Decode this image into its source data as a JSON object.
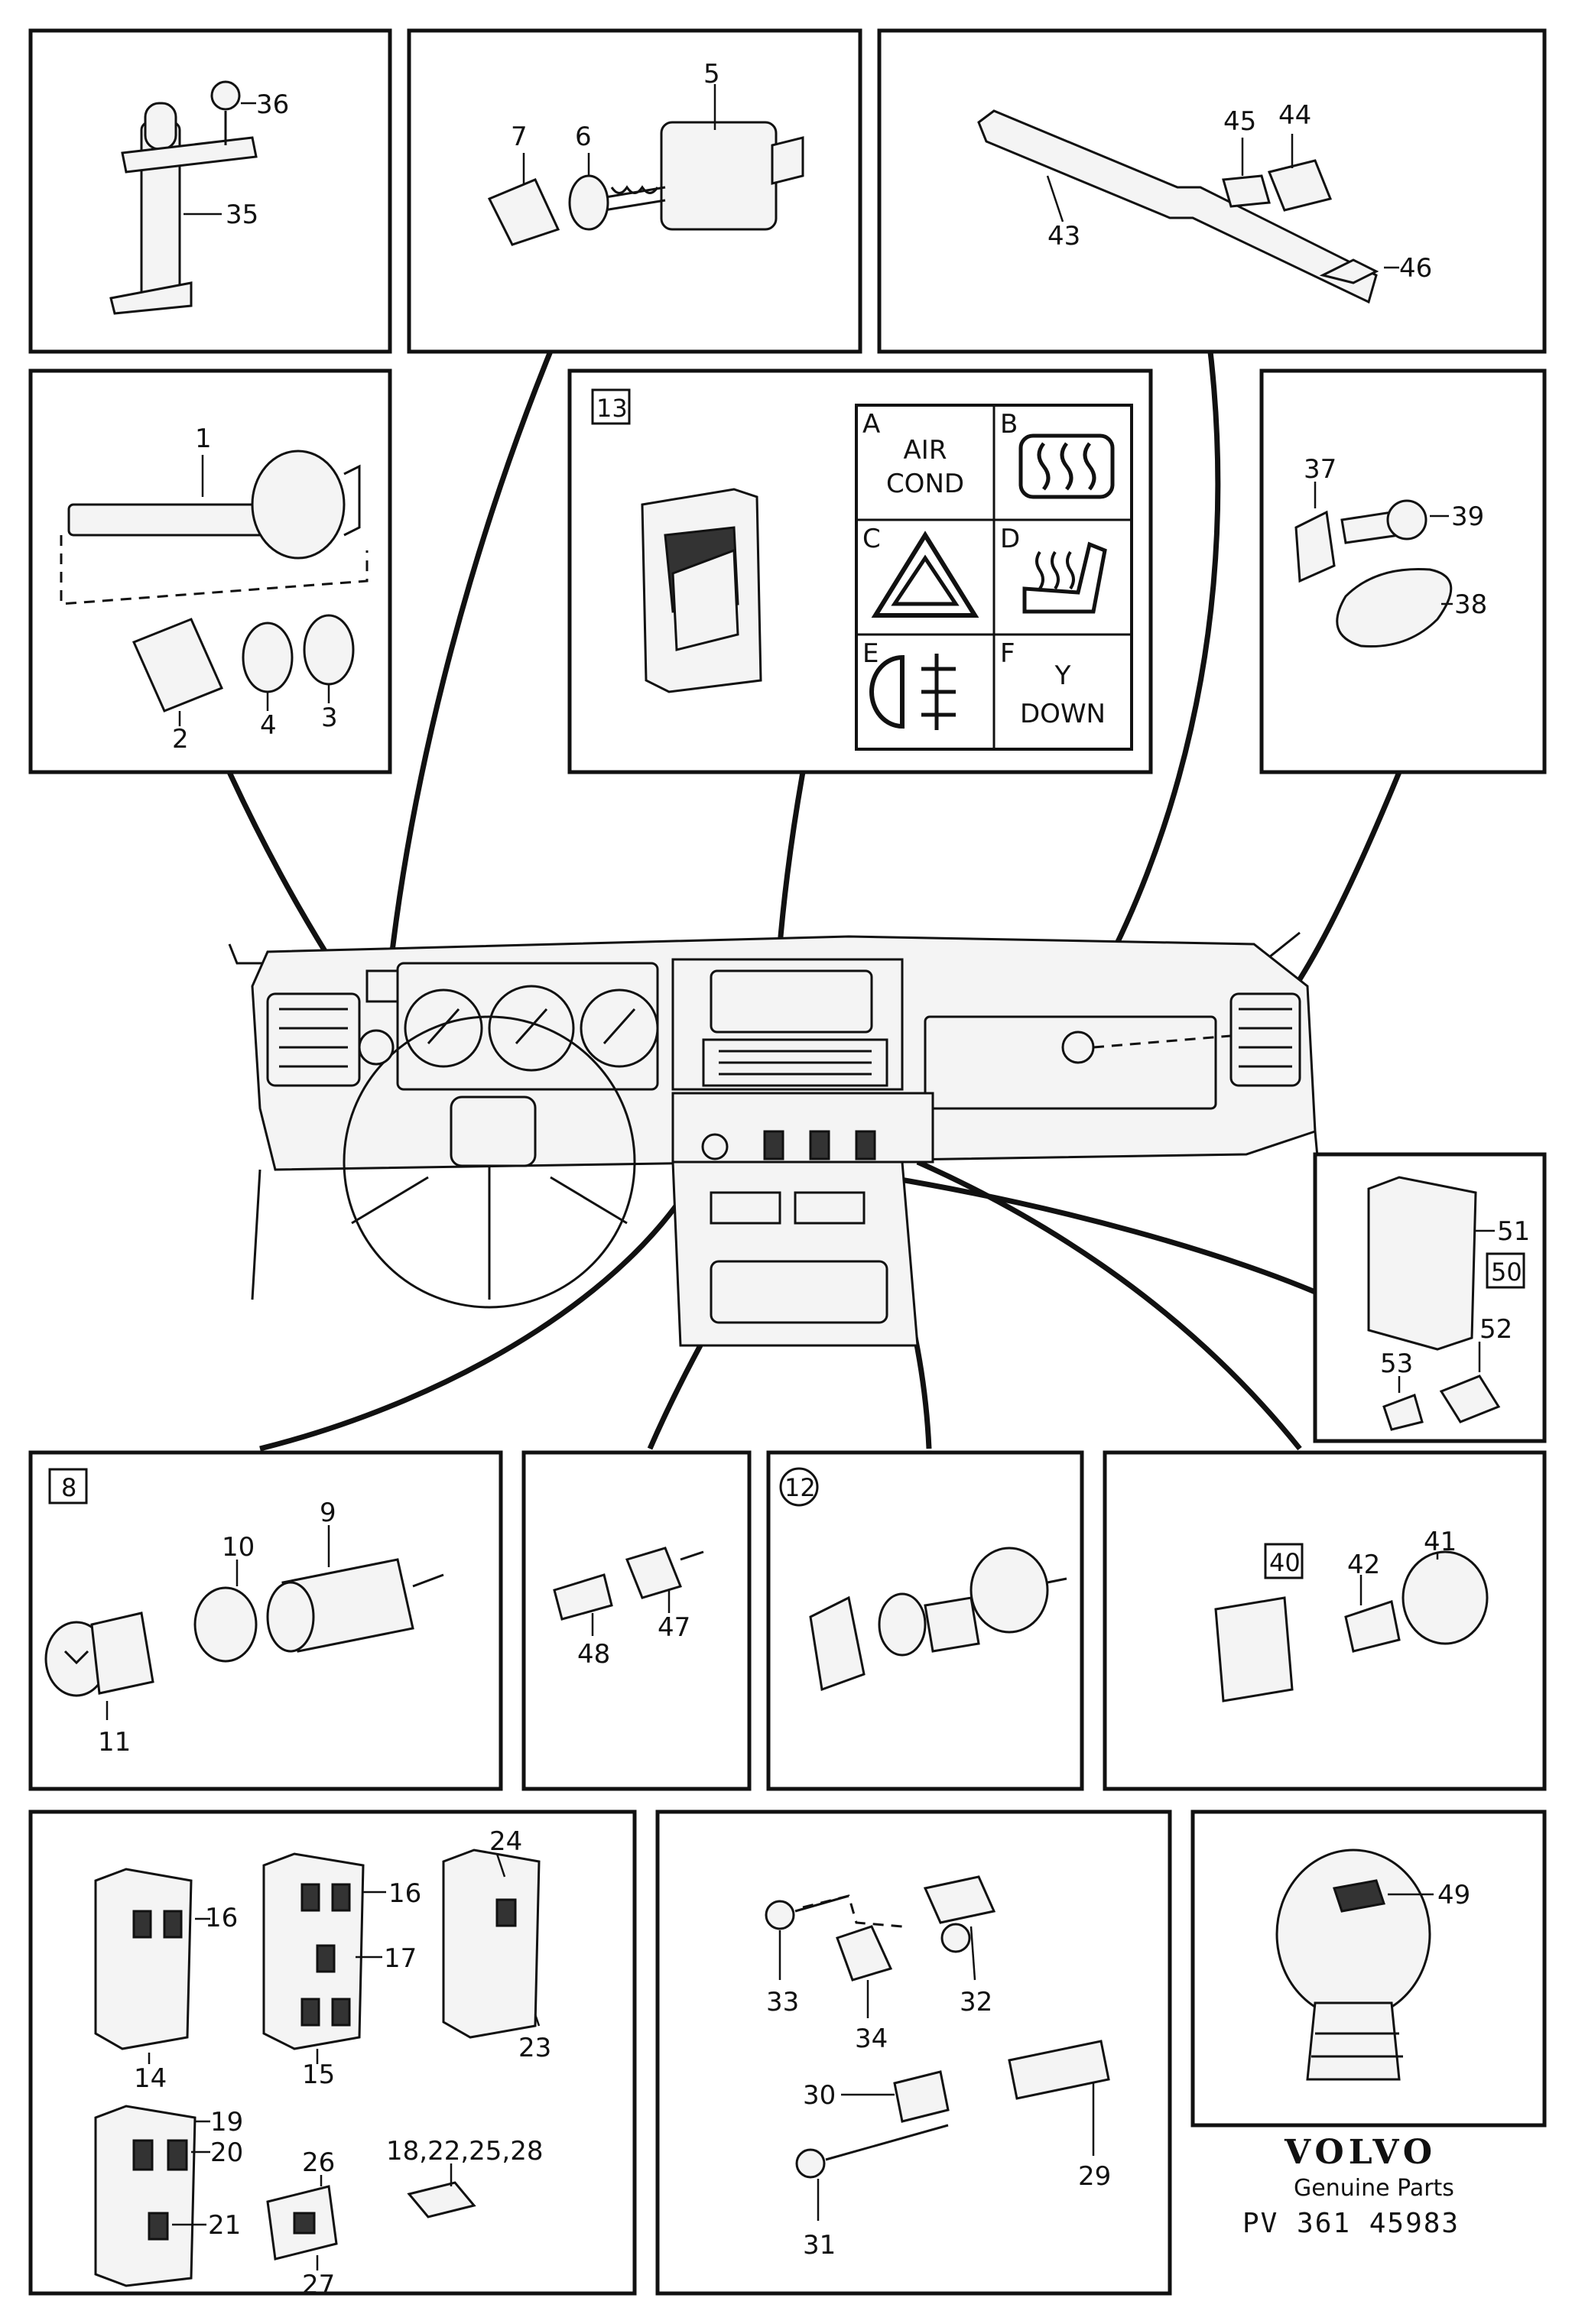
{
  "brand": {
    "name": "VOLVO",
    "tagline": "Genuine Parts",
    "reference": "PV 361 45983"
  },
  "labels": {
    "p1": "1",
    "p2": "2",
    "p3": "3",
    "p4": "4",
    "p5": "5",
    "p6": "6",
    "p7": "7",
    "p8": "8",
    "p9": "9",
    "p10": "10",
    "p11": "11",
    "p12": "12",
    "p13": "13",
    "p14": "14",
    "p15": "15",
    "p16a": "16",
    "p16b": "16",
    "p17": "17",
    "p18": "18,22,25,28",
    "p19": "19",
    "p20": "20",
    "p21": "21",
    "p23": "23",
    "p24": "24",
    "p26": "26",
    "p27": "27",
    "p29": "29",
    "p30": "30",
    "p31": "31",
    "p32": "32",
    "p33": "33",
    "p34": "34",
    "p35": "35",
    "p36": "36",
    "p37": "37",
    "p38": "38",
    "p39": "39",
    "p40": "40",
    "p41": "41",
    "p42": "42",
    "p43": "43",
    "p44": "44",
    "p45": "45",
    "p46": "46",
    "p47": "47",
    "p48": "48",
    "p49": "49",
    "p50": "50",
    "p51": "51",
    "p52": "52",
    "p53": "53"
  },
  "symbols": {
    "a_letter": "A",
    "a_line1": "AIR",
    "a_line2": "COND",
    "b_letter": "B",
    "b_icon": "rear-defroster-icon",
    "c_letter": "C",
    "c_icon": "hazard-triangle-icon",
    "d_letter": "D",
    "d_icon": "heated-seat-icon",
    "e_letter": "E",
    "e_icon": "fog-light-icon",
    "f_letter": "F",
    "f_glyph": "Y",
    "f_text": "DOWN"
  }
}
